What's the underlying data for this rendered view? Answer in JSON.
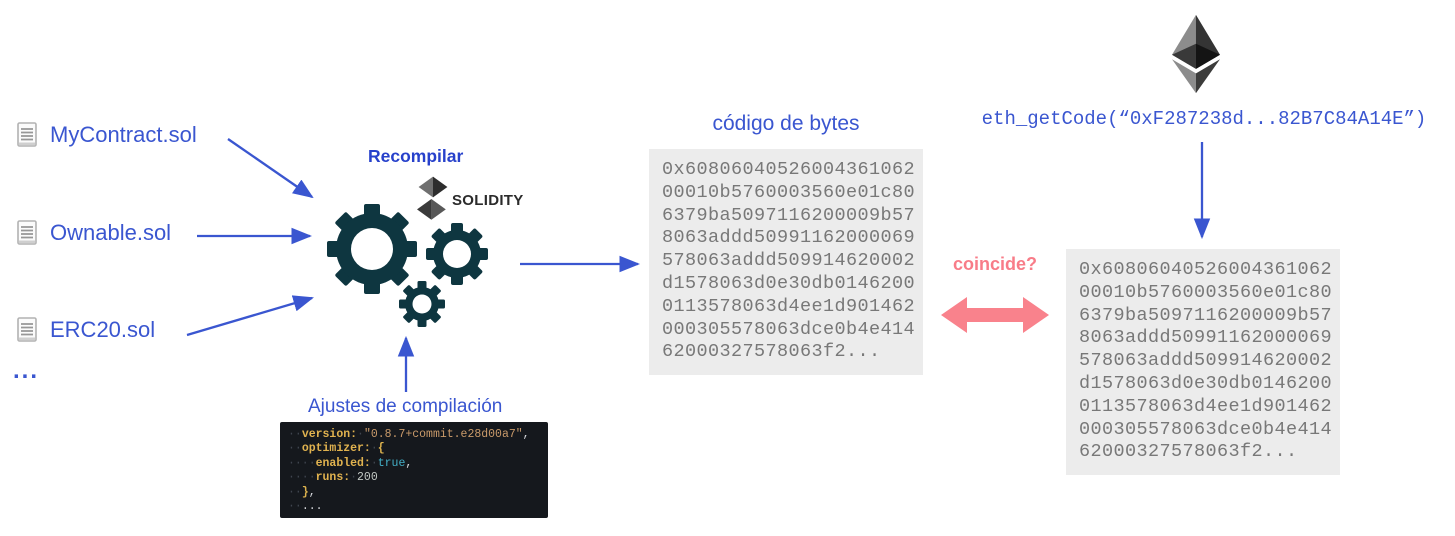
{
  "source_files": {
    "items": [
      {
        "name": "MyContract.sol"
      },
      {
        "name": "Ownable.sol"
      },
      {
        "name": "ERC20.sol"
      }
    ],
    "more_label": "..."
  },
  "compiler": {
    "action_label": "Recompilar",
    "solidity_label": "SOLIDITY",
    "settings_label": "Ajustes de compilación",
    "settings_code": [
      [
        {
          "c": "ws",
          "t": "··"
        },
        {
          "c": "key",
          "t": "version:"
        },
        {
          "c": "ws",
          "t": "·"
        },
        {
          "c": "str",
          "t": "\"0.8.7+commit.e28d00a7\""
        },
        {
          "c": "punc",
          "t": ","
        }
      ],
      [
        {
          "c": "ws",
          "t": "··"
        },
        {
          "c": "key",
          "t": "optimizer:"
        },
        {
          "c": "ws",
          "t": "·"
        },
        {
          "c": "brace",
          "t": "{"
        }
      ],
      [
        {
          "c": "ws",
          "t": "····"
        },
        {
          "c": "key",
          "t": "enabled:"
        },
        {
          "c": "ws",
          "t": "·"
        },
        {
          "c": "bool",
          "t": "true"
        },
        {
          "c": "punc",
          "t": ","
        }
      ],
      [
        {
          "c": "ws",
          "t": "····"
        },
        {
          "c": "key",
          "t": "runs:"
        },
        {
          "c": "ws",
          "t": "·"
        },
        {
          "c": "num",
          "t": "200"
        }
      ],
      [
        {
          "c": "ws",
          "t": "··"
        },
        {
          "c": "brace",
          "t": "}"
        },
        {
          "c": "punc",
          "t": ","
        }
      ],
      [
        {
          "c": "ws",
          "t": "··"
        },
        {
          "c": "punc",
          "t": "..."
        }
      ]
    ]
  },
  "recompiled": {
    "title": "código de bytes",
    "bytecode_lines": [
      "0x60806040526004361062",
      "00010b5760003560e01c80",
      "6379ba5097116200009b57",
      "8063addd50991162000069",
      "578063addd509914620002",
      "d1578063d0e30db0146200",
      "0113578063d4ee1d901462",
      "000305578063dce0b4e414",
      "62000327578063f2..."
    ]
  },
  "onchain": {
    "call_label": "eth_getCode(“0xF287238d...82B7C84A14E”)",
    "bytecode_lines": [
      "0x60806040526004361062",
      "00010b5760003560e01c80",
      "6379ba5097116200009b57",
      "8063addd50991162000069",
      "578063addd509914620002",
      "d1578063d0e30db0146200",
      "0113578063d4ee1d901462",
      "000305578063dce0b4e414",
      "62000327578063f2..."
    ]
  },
  "comparison": {
    "question_label": "coincide?"
  },
  "colors": {
    "accent_blue": "#3a56d0",
    "gear_teal": "#0e3640",
    "match_pink": "#f9828c",
    "bytecode_bg": "#ececec",
    "bytecode_text": "#787878",
    "code_bg": "#15181d"
  }
}
